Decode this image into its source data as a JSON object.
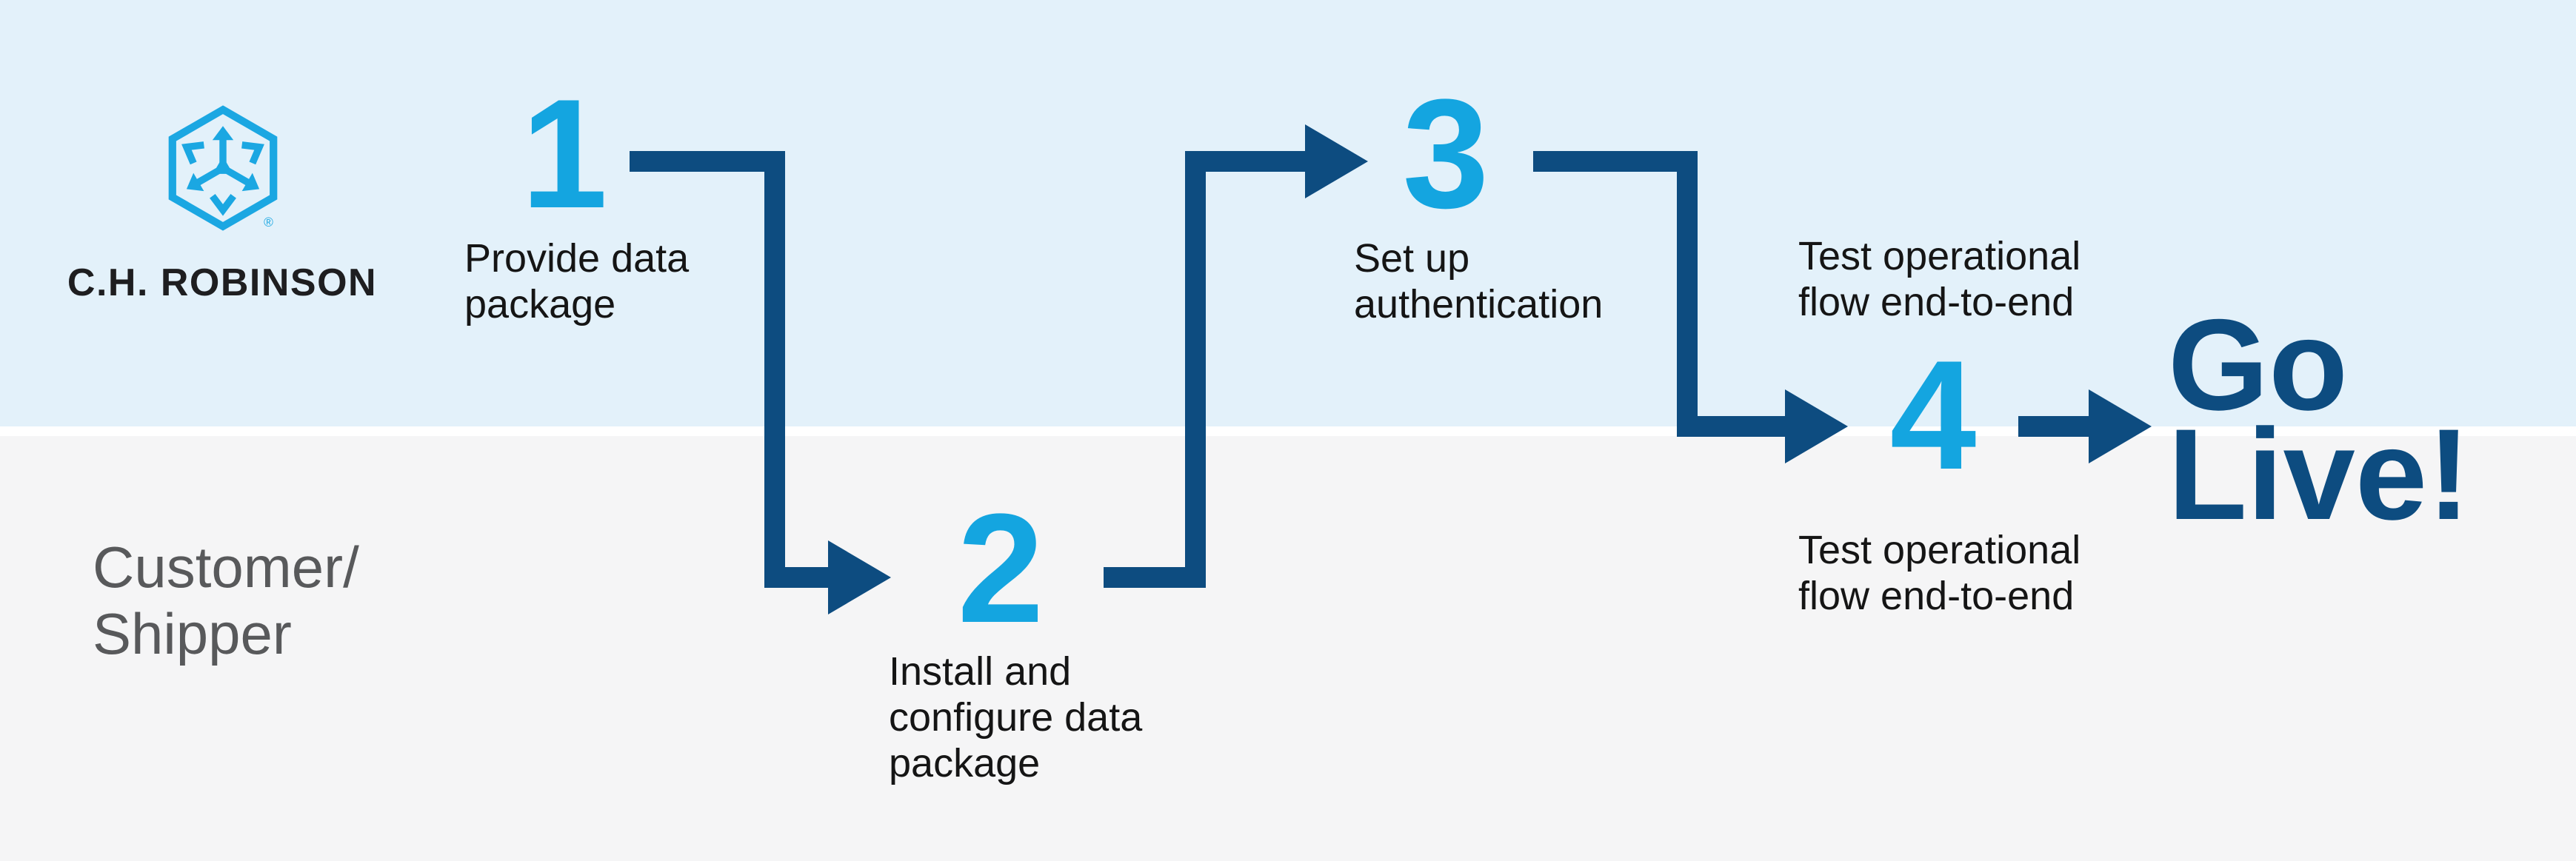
{
  "diagram": {
    "title_implied": "Integration onboarding flow",
    "brand": {
      "name": "C.H. ROBINSON",
      "registered_mark": "®"
    },
    "customer_label": "Customer/\nShipper",
    "steps": [
      {
        "number": "1",
        "label": "Provide data\npackage"
      },
      {
        "number": "2",
        "label": "Install and\nconfigure data\npackage"
      },
      {
        "number": "3",
        "label": "Set up\nauthentication"
      },
      {
        "number": "4",
        "label_above": "Test operational\nflow end-to-end",
        "label_below": "Test operational\nflow end-to-end"
      }
    ],
    "outcome": {
      "text": "Go\nLive!"
    },
    "colors": {
      "lane_top_bg": "#E3F1FA",
      "lane_bottom_bg": "#F5F5F6",
      "divider": "#FFFFFF",
      "arrow_navy": "#0D4C80",
      "step_cyan": "#14A5E0",
      "logo_cyan": "#1BA7E2",
      "label_text": "#151515",
      "customer_text": "#58595B",
      "outcome_text": "#0D4C80",
      "brand_text": "#1E1E20"
    }
  }
}
